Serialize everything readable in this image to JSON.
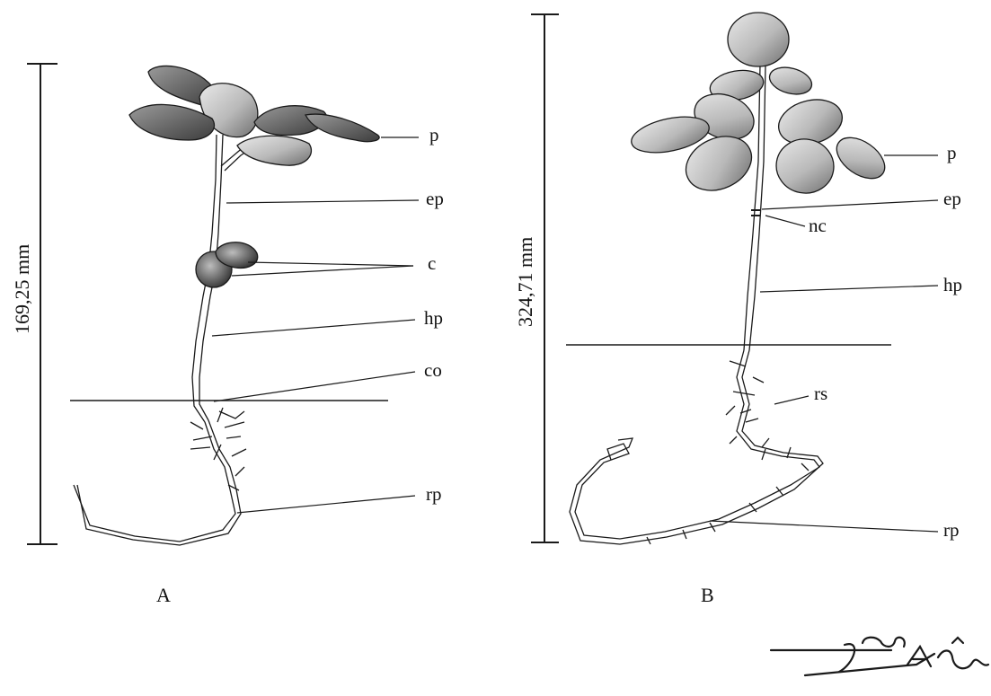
{
  "figure": {
    "panels": [
      {
        "letter": "A",
        "scale_text": "169,25 mm",
        "labels": {
          "p": "p",
          "ep": "ep",
          "c": "c",
          "hp": "hp",
          "co": "co",
          "rp": "rp"
        }
      },
      {
        "letter": "B",
        "scale_text": "324,71 mm",
        "labels": {
          "p": "p",
          "ep": "ep",
          "nc": "nc",
          "hp": "hp",
          "rs": "rs",
          "rp": "rp"
        }
      }
    ],
    "signature": {
      "first": "Ingo",
      "last": "Araê"
    }
  },
  "colors": {
    "ink": "#1a1a1a",
    "leaf_light": "#c9c9c9",
    "leaf_dark": "#555555",
    "stem": "#d6d6d6"
  }
}
